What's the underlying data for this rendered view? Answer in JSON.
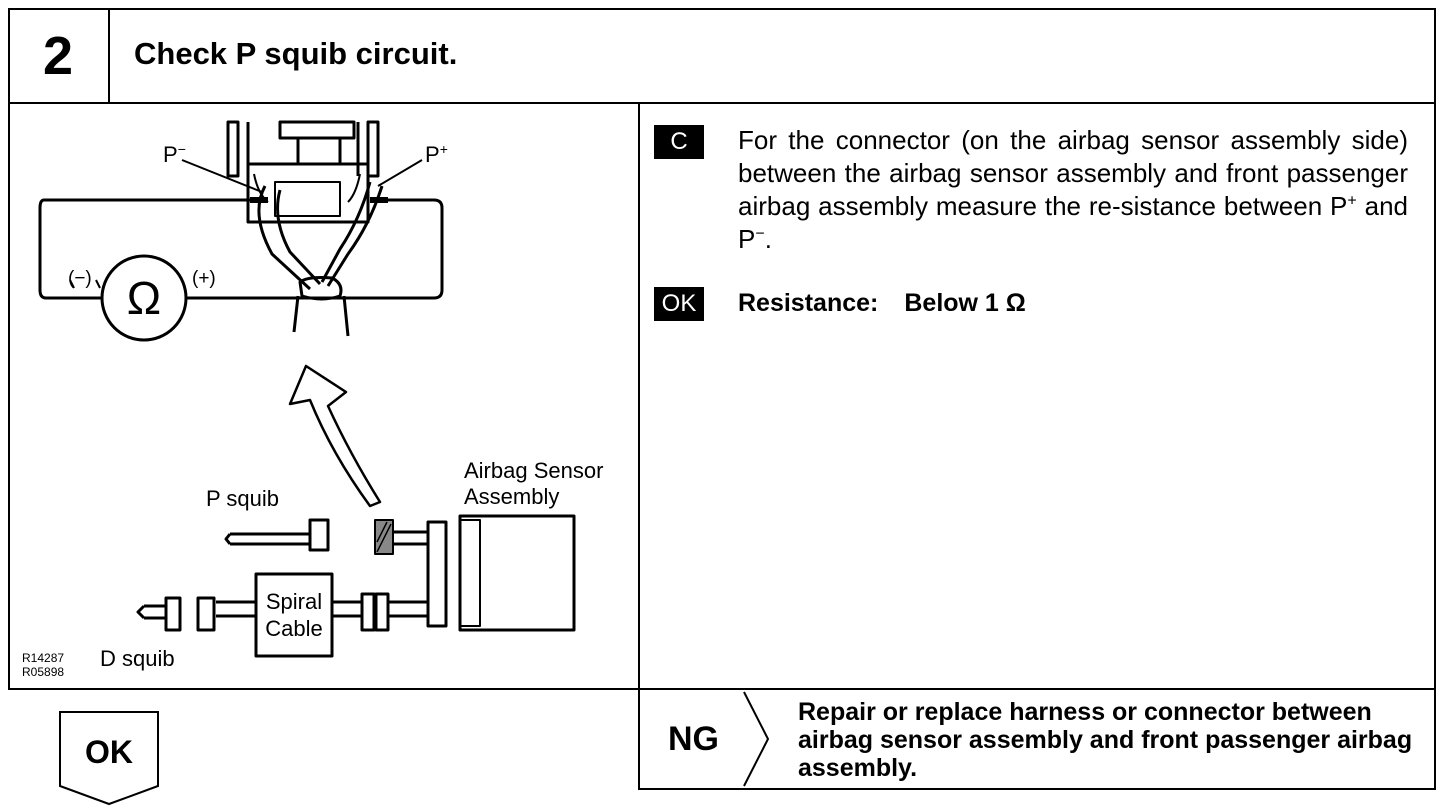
{
  "header": {
    "step_number": "2",
    "title": "Check P squib circuit."
  },
  "diagram": {
    "label_p_minus_base": "P",
    "label_p_minus_sign": "−",
    "label_p_plus_base": "P",
    "label_p_plus_sign": "+",
    "label_neg": "(−)",
    "label_pos": "(+)",
    "ohm_symbol": "Ω",
    "p_squib": "P squib",
    "d_squib": "D squib",
    "sensor_line1": "Airbag Sensor",
    "sensor_line2": "Assembly",
    "spiral_line1": "Spiral",
    "spiral_line2": "Cable",
    "ref_codes": [
      "R14287",
      "R05898"
    ]
  },
  "instruction": {
    "tag": "C",
    "text_before": "For the connector (on the airbag sensor assembly side) between the airbag sensor assembly and front passenger airbag assembly measure the re-sistance between P",
    "sup_plus": "+",
    "text_mid": " and P",
    "sup_minus": "−",
    "text_end": "."
  },
  "result": {
    "tag": "OK",
    "label": "Resistance:",
    "value": "Below 1 Ω"
  },
  "outcomes": {
    "ng_label": "NG",
    "ng_action": "Repair or replace harness or connector between airbag sensor assembly and front passenger airbag assembly.",
    "ok_label": "OK"
  }
}
